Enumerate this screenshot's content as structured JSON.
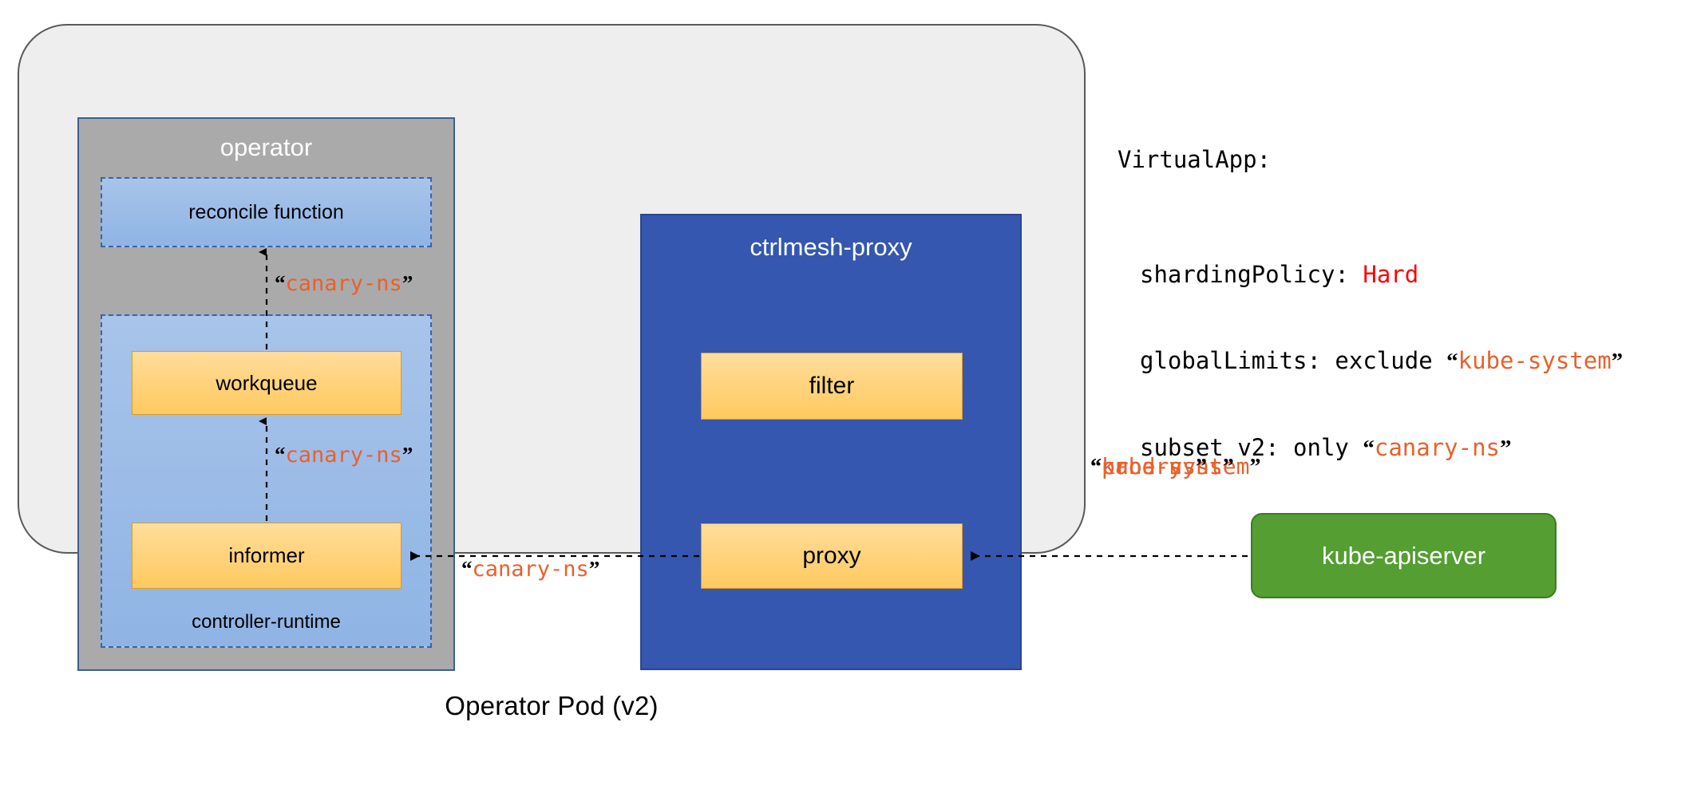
{
  "pod": {
    "label": "Operator Pod (v2)"
  },
  "operator": {
    "title": "operator",
    "reconcile_label": "reconcile function",
    "controller_runtime_label": "controller-runtime",
    "workqueue_label": "workqueue",
    "informer_label": "informer"
  },
  "ctrlmesh": {
    "title": "ctrlmesh-proxy",
    "filter_label": "filter",
    "proxy_label": "proxy"
  },
  "apiserver": {
    "label": "kube-apiserver"
  },
  "edges": [
    {
      "id": "informer-to-workqueue",
      "namespace": "canary-ns"
    },
    {
      "id": "workqueue-to-reconcile",
      "namespace": "canary-ns"
    },
    {
      "id": "proxy-to-informer",
      "namespace": "canary-ns"
    }
  ],
  "edge_labels": {
    "workqueue_to_reconcile": "canary-ns",
    "informer_to_workqueue": "canary-ns",
    "proxy_to_informer": "canary-ns"
  },
  "apiserver_namespaces": [
    "kube-system",
    "canary-ns",
    "prod-ns"
  ],
  "virtualapp": {
    "title": "VirtualApp:",
    "sharding_policy_key": "shardingPolicy: ",
    "sharding_policy_value": "Hard",
    "global_limits_key": "globalLimits: exclude ",
    "global_limits_value": "kube-system",
    "subset_key": "subset v2: only ",
    "subset_value": "canary-ns"
  },
  "colors": {
    "pod_background": "#eeeeee",
    "operator_background": "#aaaaaa",
    "ctrlmesh_background": "#3557b0",
    "apiserver_background": "#549e32",
    "orange_box": "#ffc95f",
    "blue_dashed_box": "#8fb4e4",
    "namespace_text": "#e8612c",
    "hard_text": "#ff0000"
  },
  "quotes": {
    "open": "“",
    "close": "”"
  }
}
